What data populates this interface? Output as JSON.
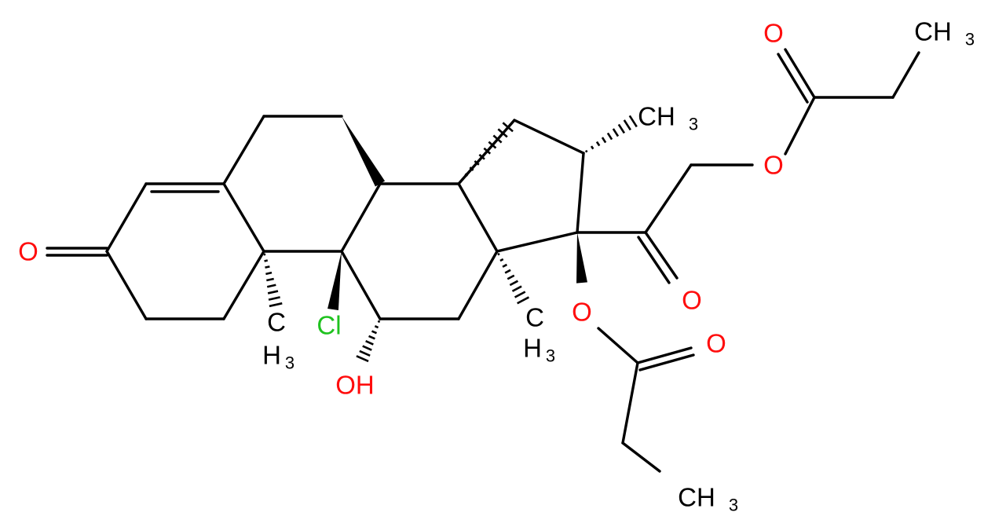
{
  "colors": {
    "bond": "#000000",
    "oxygen": "#ff0d0d",
    "chlorine": "#1fc21f",
    "carbon": "#000000"
  },
  "labels": {
    "ketone_o": "O",
    "c10_me": "CH3",
    "cl": "Cl",
    "oh": "OH",
    "c13_me": "CH3",
    "c16_me": "CH3",
    "c17_o": "O",
    "c20_o": "O",
    "c21_o": "O",
    "ester1_carbonyl_o": "O",
    "ester1_ch3": "CH3",
    "ester2_carbonyl_o": "O",
    "ester2_ch3": "CH3"
  }
}
